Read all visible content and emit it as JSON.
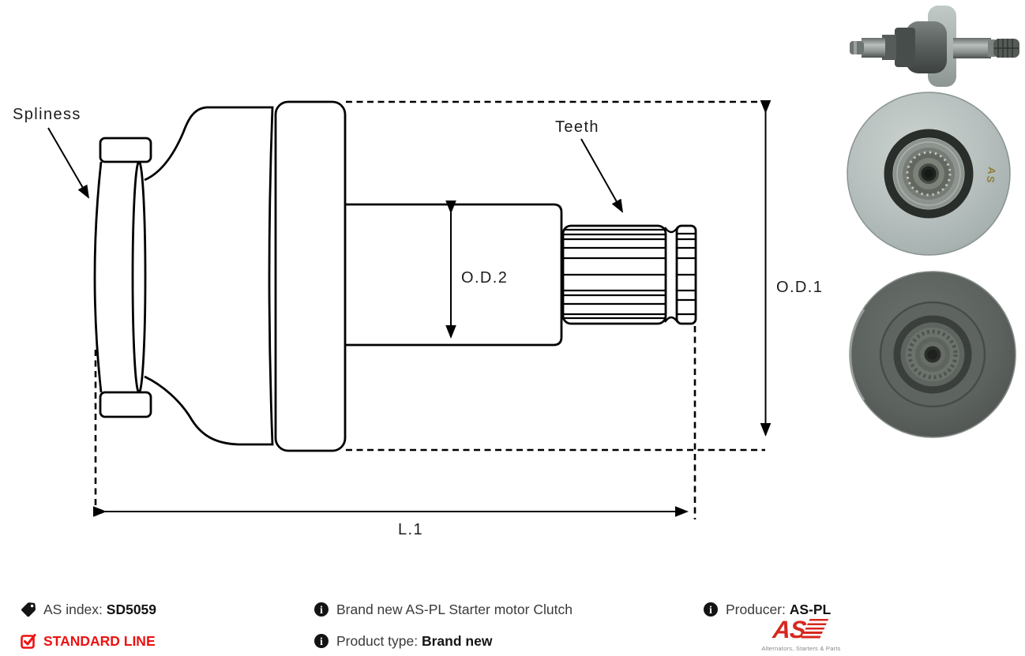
{
  "colors": {
    "line": "#000000",
    "text": "#3a3a3a",
    "bold_text": "#141414",
    "standard_line_red": "#ee1111",
    "logo_red": "#d6281f",
    "tagline_gray": "#8a8a8a",
    "engraving_gold": "#8f7d3e"
  },
  "diagram": {
    "labels": {
      "spliness": "Spliness",
      "teeth": "Teeth",
      "od2": "O.D.2",
      "od1": "O.D.1",
      "l1": "L.1"
    }
  },
  "photos": {
    "front_engraving": "AS"
  },
  "info": {
    "as_index": {
      "label": "AS index: ",
      "value": "SD5059"
    },
    "standard_line": "STANDARD LINE",
    "description": "Brand new AS-PL Starter motor Clutch",
    "product_type": {
      "label": "Product type: ",
      "value": "Brand new"
    },
    "producer": {
      "label": "Producer: ",
      "value": "AS-PL"
    }
  },
  "logo": {
    "text": "AS",
    "tagline": "Alternators, Starters & Parts"
  }
}
